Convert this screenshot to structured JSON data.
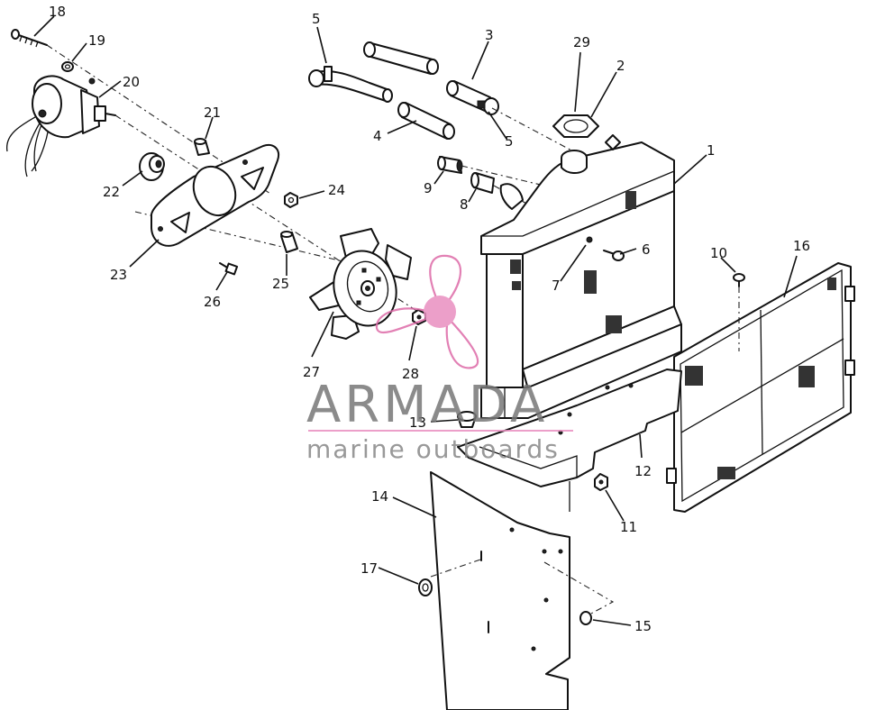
{
  "callouts": [
    {
      "id": "c18",
      "text": "18"
    },
    {
      "id": "c19",
      "text": "19"
    },
    {
      "id": "c20",
      "text": "20"
    },
    {
      "id": "c21",
      "text": "21"
    },
    {
      "id": "c22",
      "text": "22"
    },
    {
      "id": "c23",
      "text": "23"
    },
    {
      "id": "c24",
      "text": "24"
    },
    {
      "id": "c25",
      "text": "25"
    },
    {
      "id": "c26",
      "text": "26"
    },
    {
      "id": "c27",
      "text": "27"
    },
    {
      "id": "c28",
      "text": "28"
    },
    {
      "id": "c5a",
      "text": "5"
    },
    {
      "id": "c3",
      "text": "3"
    },
    {
      "id": "c29",
      "text": "29"
    },
    {
      "id": "c2",
      "text": "2"
    },
    {
      "id": "c4",
      "text": "4"
    },
    {
      "id": "c5b",
      "text": "5"
    },
    {
      "id": "c9",
      "text": "9"
    },
    {
      "id": "c8",
      "text": "8"
    },
    {
      "id": "c1",
      "text": "1"
    },
    {
      "id": "c6",
      "text": "6"
    },
    {
      "id": "c7",
      "text": "7"
    },
    {
      "id": "c10",
      "text": "10"
    },
    {
      "id": "c16",
      "text": "16"
    },
    {
      "id": "c13",
      "text": "13"
    },
    {
      "id": "c12",
      "text": "12"
    },
    {
      "id": "c11",
      "text": "11"
    },
    {
      "id": "c14",
      "text": "14"
    },
    {
      "id": "c17",
      "text": "17"
    },
    {
      "id": "c15",
      "text": "15"
    }
  ],
  "watermark": {
    "brand": "ARMADA",
    "tagline": "marine outboards",
    "brand_color": "#777777",
    "logo_color": "#e98fc0"
  }
}
